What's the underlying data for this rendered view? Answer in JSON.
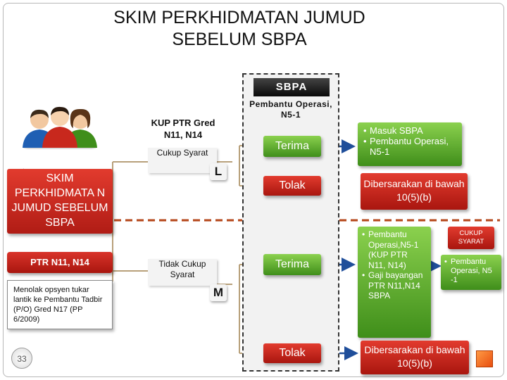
{
  "title_line1": "SKIM PERKHIDMATAN JUMUD",
  "title_line2": "SEBELUM SBPA",
  "left": {
    "skim_label": "SKIM PERKHIDMATA N JUMUD SEBELUM SBPA",
    "ptr_label": "PTR N11, N14",
    "note": "Menolak opsyen tukar lantik ke Pembantu Tadbir (P/O) Gred N17 (PP 6/2009)",
    "page_number": "33"
  },
  "middle": {
    "kup": "KUP PTR Gred N11, N14",
    "cukup_syarat": "Cukup Syarat",
    "tidak_cukup_syarat": "Tidak Cukup Syarat",
    "letter_l": "L",
    "letter_m": "M"
  },
  "sbpa": {
    "header": "SBPA",
    "subtitle": "Pembantu Operasi, N5-1",
    "terima_1": "Terima",
    "tolak_1": "Tolak",
    "terima_2": "Terima",
    "tolak_2": "Tolak"
  },
  "right": {
    "masuk": [
      "Masuk SBPA",
      "Pembantu Operasi, N5-1"
    ],
    "dibersarakan_1": "Dibersarakan di bawah 10(5)(b)",
    "list": [
      "Pembantu Operasi,N5-1 (KUP PTR N11, N14)",
      "Gaji bayangan PTR N11,N14 SBPA"
    ],
    "cukup_syarat": "CUKUP SYARAT",
    "pembantu": [
      "Pembantu Operasi, N5 -1"
    ],
    "dibersarakan_2": "Dibersarakan di bawah 10(5)(b)"
  },
  "colors": {
    "red": "#c0261b",
    "green": "#5aa72a",
    "dashed_line": "#b5471b",
    "connector": "#b8a07a",
    "sbpa_header": "#1a1a1a"
  },
  "icons": [
    "people-icon",
    "arrow-right-icon",
    "orange-square-icon"
  ]
}
